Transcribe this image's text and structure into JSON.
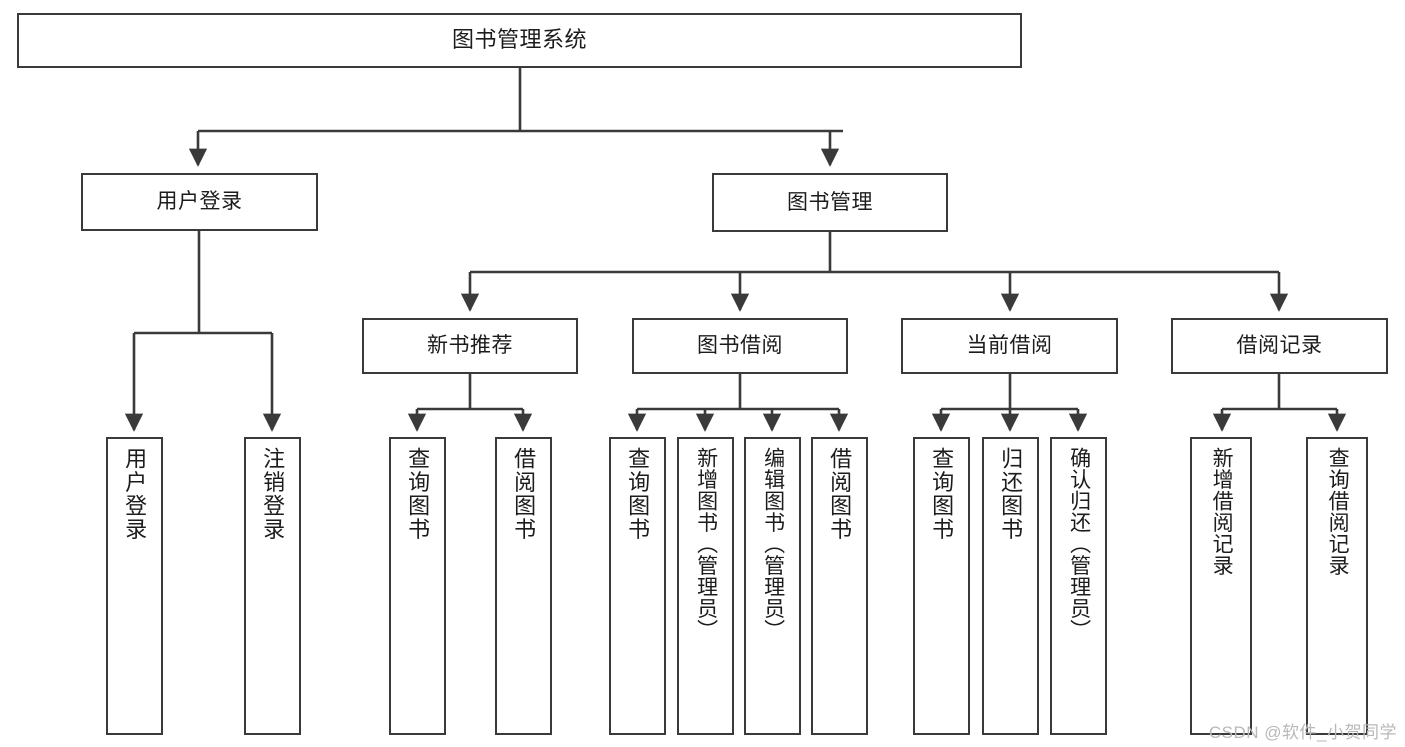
{
  "diagram": {
    "type": "tree",
    "title": "图书管理系统",
    "stroke_color": "#3a3a3a",
    "background_color": "#ffffff",
    "text_color": "#1c1c1c",
    "root": {
      "label": "图书管理系统"
    },
    "level2": [
      {
        "label": "用户登录"
      },
      {
        "label": "图书管理"
      }
    ],
    "level3": [
      {
        "label": "新书推荐"
      },
      {
        "label": "图书借阅"
      },
      {
        "label": "当前借阅"
      },
      {
        "label": "借阅记录"
      }
    ],
    "leaves": {
      "user_login": [
        {
          "label": "用户登录"
        },
        {
          "label": "注销登录"
        }
      ],
      "new_book_recommend": [
        {
          "label": "查询图书"
        },
        {
          "label": "借阅图书"
        }
      ],
      "book_borrow": [
        {
          "label": "查询图书"
        },
        {
          "label": "新增图书（管理员）"
        },
        {
          "label": "编辑图书（管理员）"
        },
        {
          "label": "借阅图书"
        }
      ],
      "current_borrow": [
        {
          "label": "查询图书"
        },
        {
          "label": "归还图书"
        },
        {
          "label": "确认归还（管理员）"
        }
      ],
      "borrow_record": [
        {
          "label": "新增借阅记录"
        },
        {
          "label": "查询借阅记录"
        }
      ]
    }
  },
  "watermark": {
    "text": "CSDN @软件_小贺同学"
  }
}
